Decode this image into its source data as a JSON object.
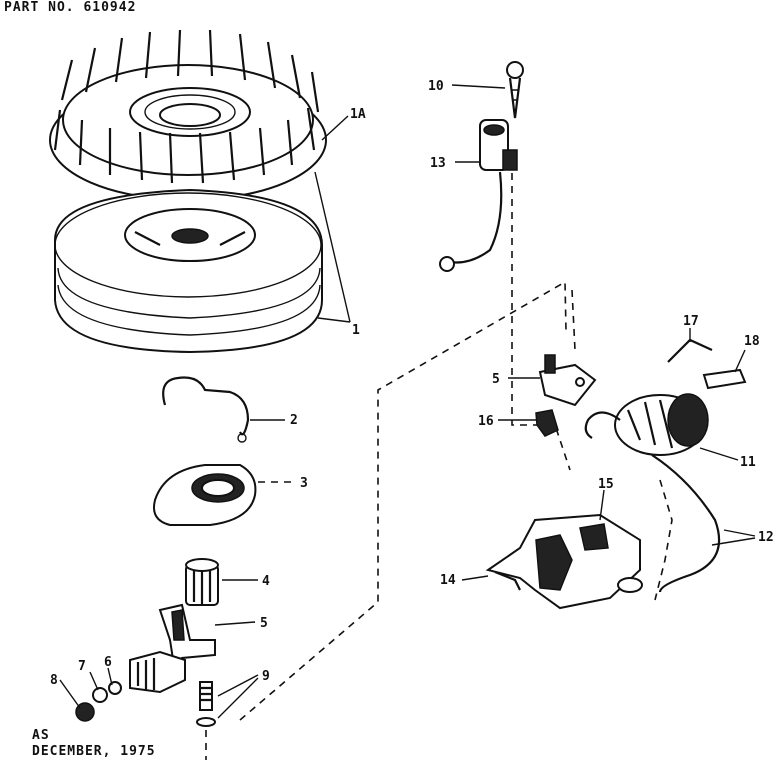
{
  "header": {
    "part_no": "PART NO. 610942"
  },
  "footer": {
    "line1": "AS",
    "line2": "DECEMBER, 1975"
  },
  "callouts": [
    {
      "id": "1A",
      "text": "1A"
    },
    {
      "id": "1",
      "text": "1"
    },
    {
      "id": "2",
      "text": "2"
    },
    {
      "id": "3",
      "text": "3"
    },
    {
      "id": "4",
      "text": "4"
    },
    {
      "id": "5-left",
      "text": "5"
    },
    {
      "id": "6",
      "text": "6"
    },
    {
      "id": "7",
      "text": "7"
    },
    {
      "id": "8",
      "text": "8"
    },
    {
      "id": "9",
      "text": "9"
    },
    {
      "id": "10",
      "text": "10"
    },
    {
      "id": "13",
      "text": "13"
    },
    {
      "id": "5-right",
      "text": "5"
    },
    {
      "id": "16",
      "text": "16"
    },
    {
      "id": "17",
      "text": "17"
    },
    {
      "id": "18",
      "text": "18"
    },
    {
      "id": "11",
      "text": "11"
    },
    {
      "id": "15",
      "text": "15"
    },
    {
      "id": "14",
      "text": "14"
    },
    {
      "id": "12",
      "text": "12"
    }
  ]
}
